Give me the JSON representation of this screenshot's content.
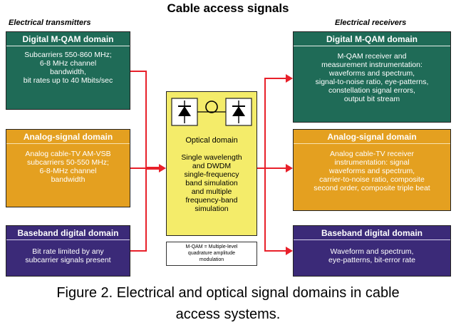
{
  "title": "Cable access signals",
  "transmitters_heading": "Electrical transmitters",
  "receivers_heading": "Electrical receivers",
  "left": {
    "mqam": {
      "header": "Digital M-QAM domain",
      "lines": [
        "Subcarriers 550-860 MHz;",
        "6-8 MHz channel",
        "bandwidth,",
        "bit rates up to 40 Mbits/sec"
      ]
    },
    "analog": {
      "header": "Analog-signal domain",
      "lines": [
        "Analog cable-TV AM-VSB",
        "subcarriers 50-550 MHz;",
        "6-8-MHz channel",
        "bandwidth"
      ]
    },
    "baseband": {
      "header": "Baseband digital domain",
      "lines": [
        "Bit rate limited by any",
        "subcarrier signals present"
      ]
    }
  },
  "right": {
    "mqam": {
      "header": "Digital M-QAM domain",
      "lines": [
        "M-QAM receiver and",
        "measurement instrumentation:",
        "waveforms and spectrum,",
        "signal-to-noise ratio, eye-patterns,",
        "constellation signal errors,",
        "output bit stream"
      ]
    },
    "analog": {
      "header": "Analog-signal domain",
      "lines": [
        "Analog cable-TV receiver",
        "instrumentation: signal",
        "waveforms and spectrum,",
        "carrier-to-noise ratio, composite",
        "second order, composite triple beat"
      ]
    },
    "baseband": {
      "header": "Baseband digital domain",
      "lines": [
        "Waveform and spectrum,",
        "eye-patterns, bit-error rate"
      ]
    }
  },
  "optical": {
    "title": "Optical domain",
    "lines": [
      "Single wavelength",
      "and DWDM",
      "single-frequency",
      "band simulation",
      "and multiple",
      "frequency-band",
      "simulation"
    ]
  },
  "legend": {
    "lines": [
      "M-QAM = Multiple-level",
      "quadrature amplitude",
      "modulation"
    ]
  },
  "caption": {
    "lines": [
      "Figure 2. Electrical and optical signal domains in cable",
      "access systems."
    ]
  },
  "colors": {
    "green": "#1f6b57",
    "orange": "#e4a020",
    "purple": "#3b2a78",
    "optical": "#f4ec6a",
    "arrow": "#e8202a"
  }
}
